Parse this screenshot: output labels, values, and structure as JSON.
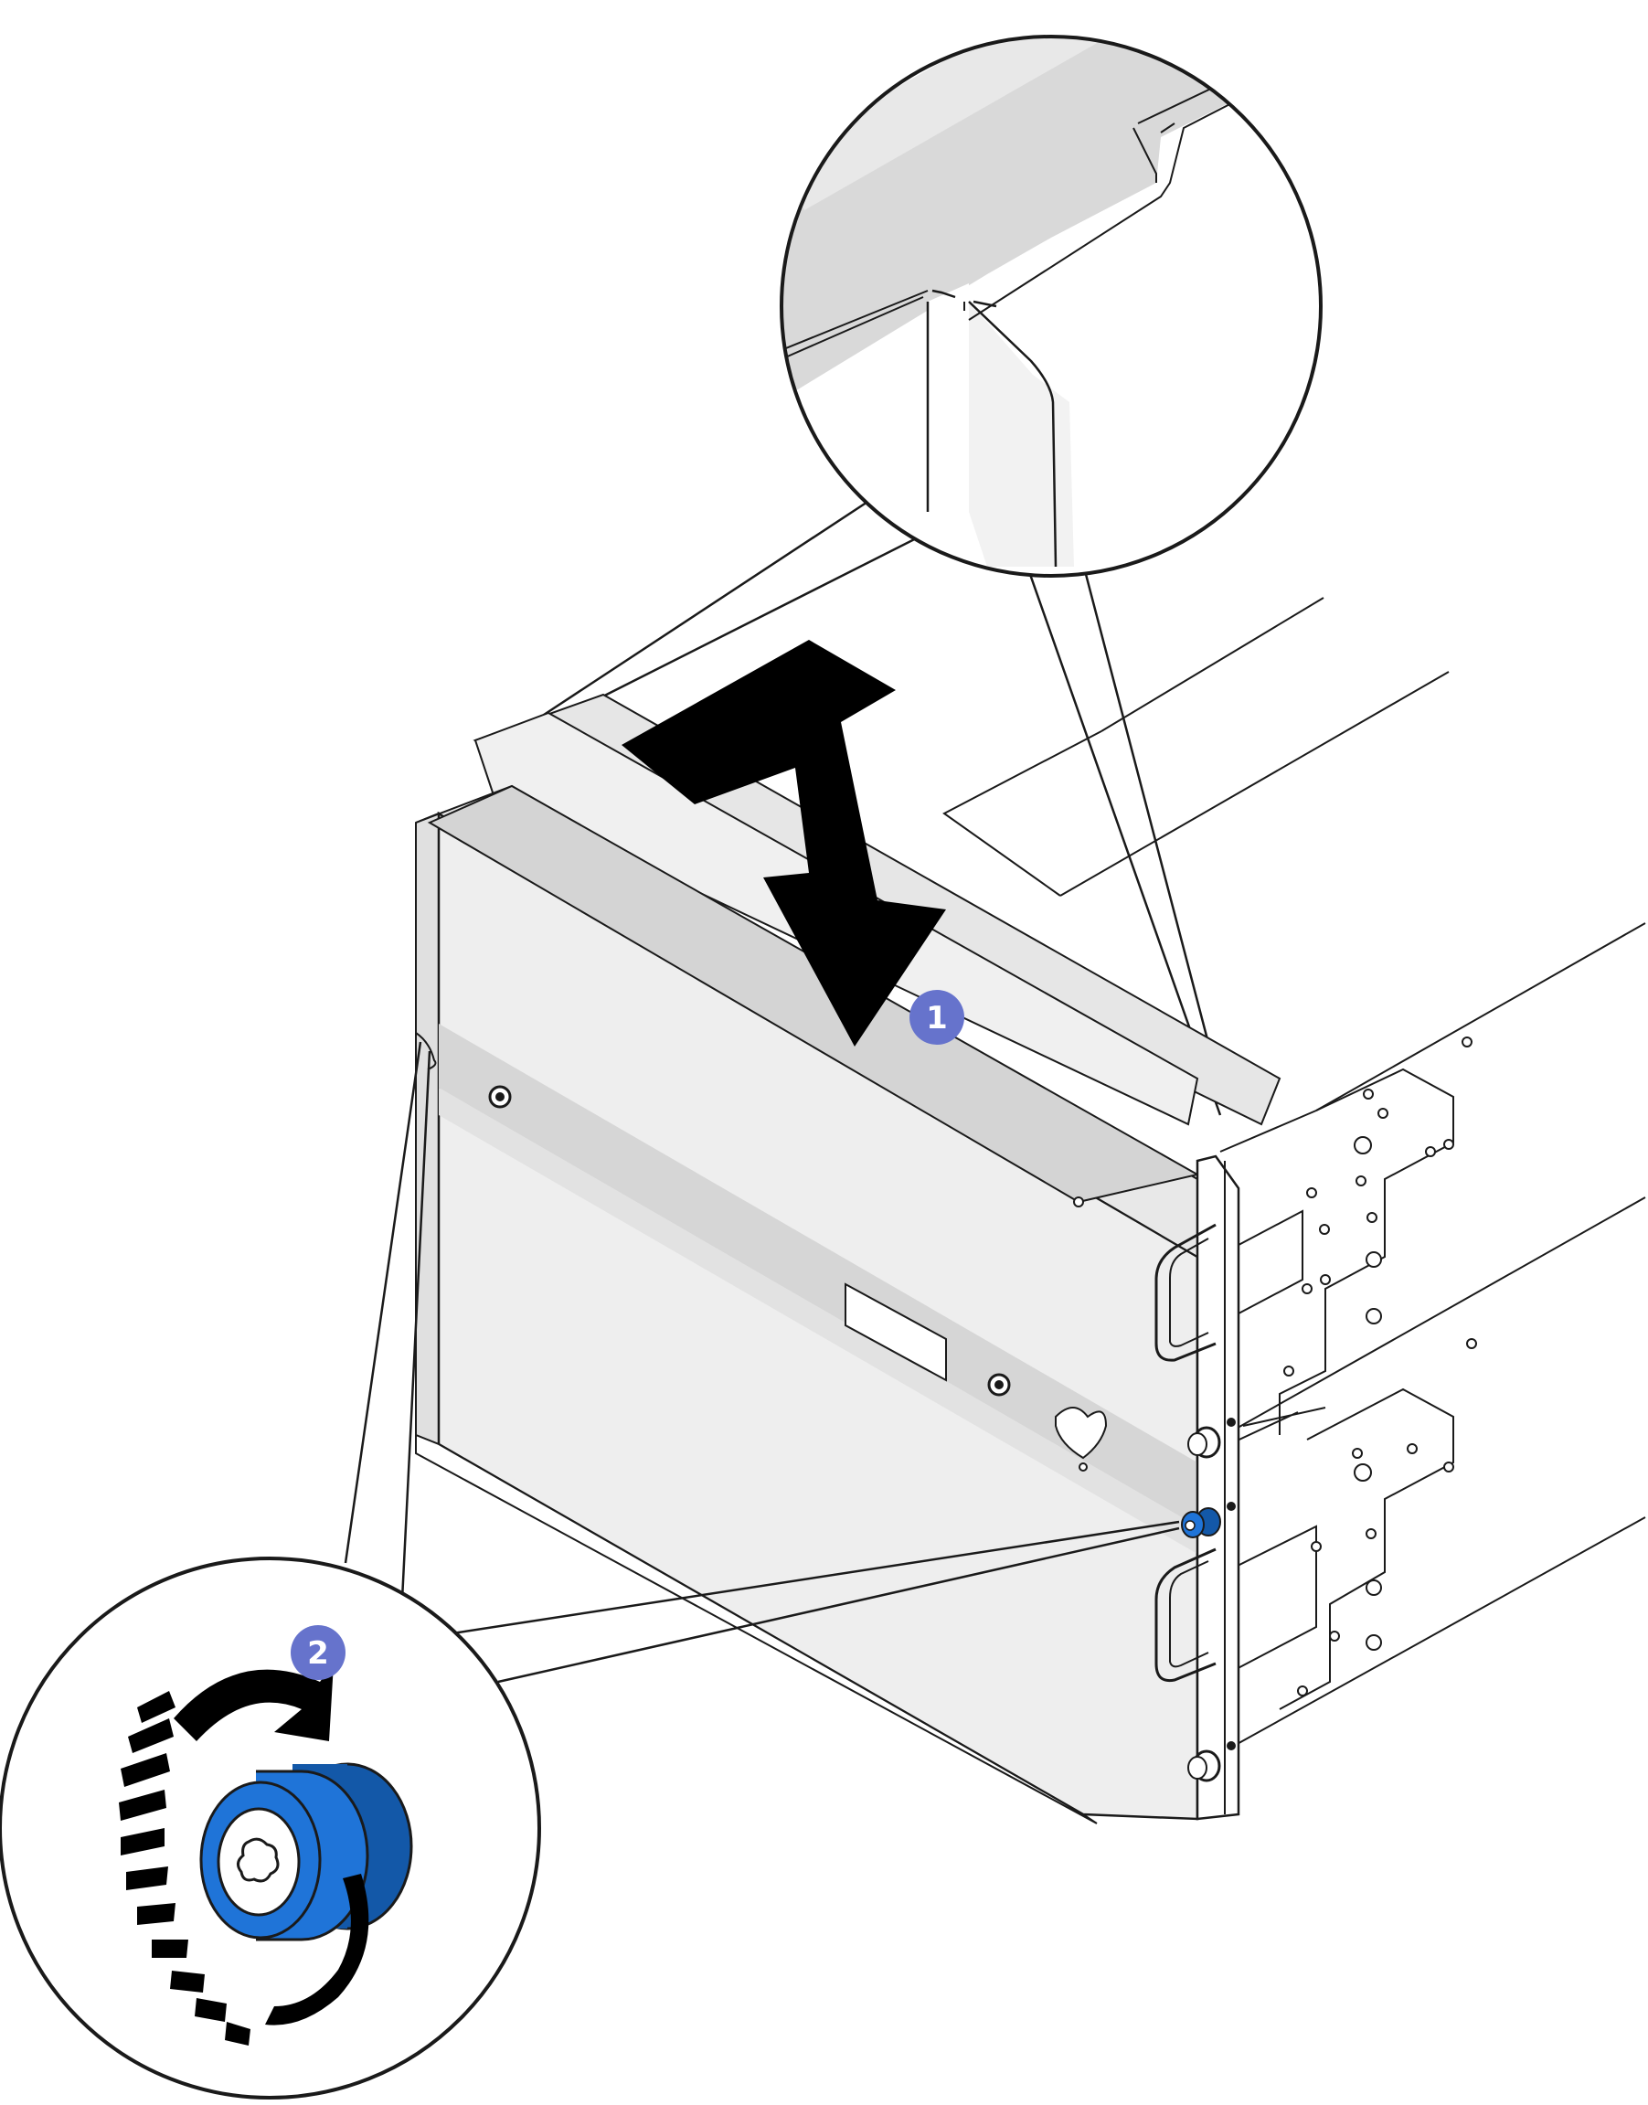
{
  "callouts": [
    {
      "label": "1",
      "meaning": "lower-unit-onto-rails"
    },
    {
      "label": "2",
      "meaning": "tighten-thumbscrew"
    }
  ],
  "colors": {
    "badge": "#6673cc",
    "thumbscrew": "#1f74d8",
    "thumbscrew_dark": "#1358a8",
    "panel_light": "#eeeeee",
    "panel_mid": "#dcdcdc",
    "panel_dark": "#cfcfcf",
    "line": "#1a1a1a",
    "arrow": "#000000"
  },
  "icons": {
    "down-arrow": "move-down-arrow-icon",
    "rotate": "clockwise-rotate-arrow-icon",
    "screw-head": "torx-head-icon"
  }
}
